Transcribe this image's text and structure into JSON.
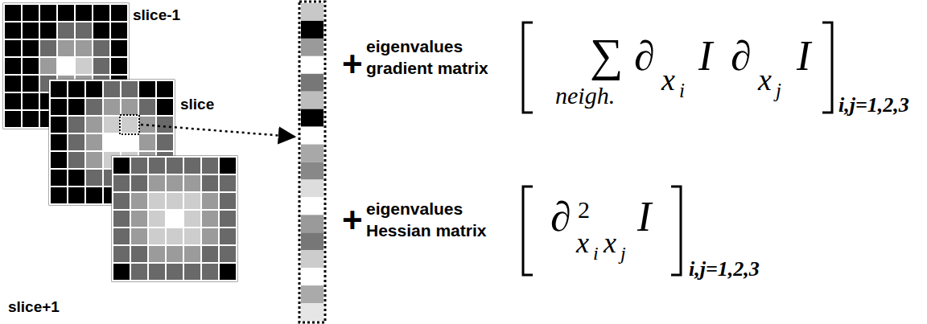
{
  "diagram": {
    "labels": [
      "slice-1",
      "slice",
      "slice+1",
      "+",
      "eigenvalues gradient matrix",
      "∑",
      "neigh.",
      "∂",
      "x",
      "i",
      "I",
      "∂",
      "x",
      "j",
      "I",
      "i,j=1,2,3",
      "+",
      "eigenvalues Hessian matrix",
      "∂",
      "2",
      "x",
      "i",
      "x",
      "j",
      "I",
      "i,j=1,2,3"
    ]
  }
}
